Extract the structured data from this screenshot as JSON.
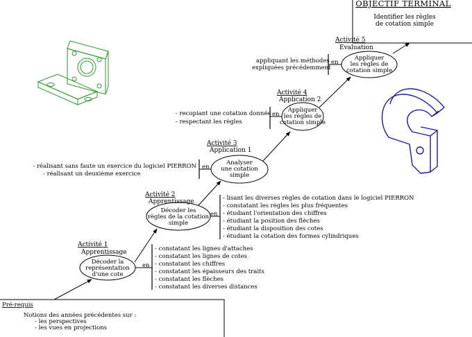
{
  "objective": {
    "title": "OBJECTIF TERMINAL",
    "lines": [
      "Identifier les règles",
      "de cotation simple"
    ]
  },
  "prerequis": {
    "title": "Pré-requis",
    "intro": "Notions des années précédentes sur :",
    "items": [
      "- les perspectives",
      "- les vues en projections"
    ]
  },
  "connector": "en",
  "activities": [
    {
      "number": "Activité 1",
      "phase": "Apprentissage",
      "ellipse_lines": [
        "Décoder la",
        "représentation",
        "d'une cote"
      ],
      "methods": [
        "- constatant les lignes d'attaches",
        "- constatant les lignes de cotes",
        "- constatant les chiffres",
        "- constatant les épaisseurs des traits",
        "- constatant les flèches",
        "- constatant les diverses distances"
      ]
    },
    {
      "number": "Activité 2",
      "phase": "Apprentissage",
      "ellipse_lines": [
        "Décoder les",
        "règles de la cotation",
        "simple"
      ],
      "methods": [
        "- lisant les diverses règles de cotation dans le logiciel PIERRON",
        "- constatant les règles les plus fréquentes",
        "- étudiant l'orientation des chiffres",
        "- étudiant la position des flèches",
        "- étudiant la disposition des cotes",
        "- étudiant la cotation des formes cylindriques"
      ]
    },
    {
      "number": "Activité 3",
      "phase": "Application 1",
      "ellipse_lines": [
        "Analyser",
        "une cotation",
        "simple"
      ],
      "methods": [
        "- réalisant sans faute un exercice du logiciel PIERRON",
        "- réalisant un deuxième exercice"
      ]
    },
    {
      "number": "Activité 4",
      "phase": "Application 2",
      "ellipse_lines": [
        "Appliquer",
        "les règles de",
        "cotation simple"
      ],
      "methods": [
        "- recopiant une cotation donnée",
        "- respectant les règles"
      ]
    },
    {
      "number": "Activité 5",
      "phase": "Evaluation",
      "ellipse_lines": [
        "Appliquer",
        "les règles de",
        "cotation simple"
      ],
      "methods": [
        "appliquant les méthodes",
        "expliquées précédemment"
      ]
    }
  ],
  "colors": {
    "line": "#000000",
    "drawing_green": "#2a9a2a",
    "drawing_blue": "#1a1aa8"
  },
  "icons": [
    "bracket-part-drawing",
    "hook-part-drawing"
  ]
}
